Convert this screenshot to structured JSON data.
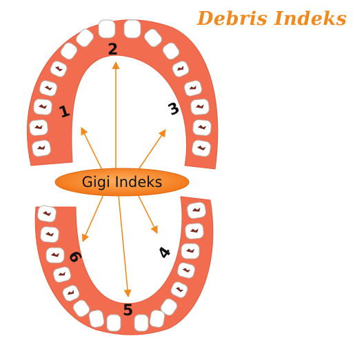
{
  "brand": {
    "text": "Debris Indeks",
    "color": "#f08a1e"
  },
  "center": {
    "label": "Gigi Indeks",
    "color": "#f47b10"
  },
  "segments": [
    {
      "number": "1",
      "label_name": "segment-1-number"
    },
    {
      "number": "2",
      "label_name": "segment-2-number"
    },
    {
      "number": "3",
      "label_name": "segment-3-number"
    },
    {
      "number": "4",
      "label_name": "segment-4-number"
    },
    {
      "number": "5",
      "label_name": "segment-5-number"
    },
    {
      "number": "6",
      "label_name": "segment-6-number"
    }
  ],
  "colors": {
    "gum": "#f26c4f",
    "tooth": "#ffffff",
    "arrow": "#f08a1e",
    "text": "#111111"
  }
}
